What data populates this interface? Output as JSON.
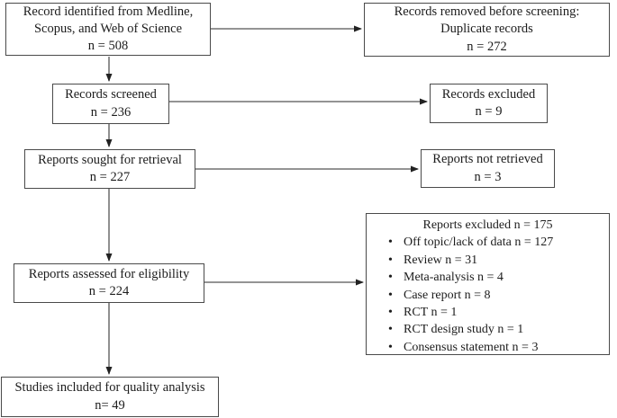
{
  "bullet_char": "•",
  "flowchart": {
    "colors": {
      "background": "#ffffff",
      "box_border": "#4a4a4a",
      "connector_line": "#555555",
      "text": "#1c1c1c"
    },
    "boxes": {
      "identified": {
        "line1": "Record identified from Medline,",
        "line2": "Scopus, and Web of Science",
        "line3": "n = 508"
      },
      "removed": {
        "line1": "Records removed before screening:",
        "line2": "Duplicate records",
        "line3": "n = 272"
      },
      "screened": {
        "line1": "Records screened",
        "line2": "n = 236"
      },
      "records_excluded": {
        "line1": "Records excluded",
        "line2": "n = 9"
      },
      "sought": {
        "line1": "Reports sought for retrieval",
        "line2": "n = 227"
      },
      "not_retrieved": {
        "line1": "Reports not retrieved",
        "line2": "n = 3"
      },
      "assessed": {
        "line1": "Reports assessed for eligibility",
        "line2": "n = 224"
      },
      "reports_excluded": {
        "title": "Reports excluded n = 175",
        "items": [
          "Off topic/lack of data n = 127",
          "Review n = 31",
          "Meta-analysis n = 4",
          "Case report n = 8",
          "RCT n = 1",
          "RCT design study n = 1",
          "Consensus statement n = 3"
        ]
      },
      "included": {
        "line1": "Studies included for quality analysis",
        "line2": "n= 49"
      }
    }
  }
}
